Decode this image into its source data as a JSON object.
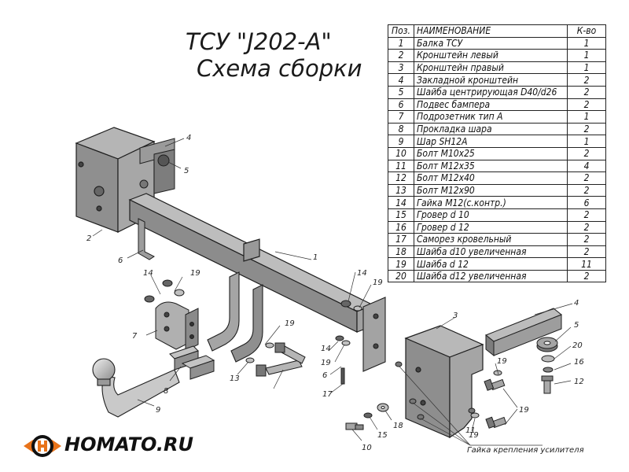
{
  "title": {
    "line1": "ТСУ \"J202-A\"",
    "line2": "Схема сборки"
  },
  "table": {
    "headers": {
      "pos": "Поз.",
      "name": "НАИМЕНОВАНИЕ",
      "qty": "К-во"
    },
    "rows": [
      {
        "pos": "1",
        "name": "Балка ТСУ",
        "qty": "1"
      },
      {
        "pos": "2",
        "name": "Кронштейн левый",
        "qty": "1"
      },
      {
        "pos": "3",
        "name": "Кронштейн правый",
        "qty": "1"
      },
      {
        "pos": "4",
        "name": "Закладной кронштейн",
        "qty": "2"
      },
      {
        "pos": "5",
        "name": "Шайба центрирующая D40/d26",
        "qty": "2"
      },
      {
        "pos": "6",
        "name": "Подвес бампера",
        "qty": "2"
      },
      {
        "pos": "7",
        "name": "Подрозетник тип А",
        "qty": "1"
      },
      {
        "pos": "8",
        "name": "Прокладка шара",
        "qty": "2"
      },
      {
        "pos": "9",
        "name": "Шар SH12A",
        "qty": "1"
      },
      {
        "pos": "10",
        "name": "Болт М10х25",
        "qty": "2"
      },
      {
        "pos": "11",
        "name": "Болт М12х35",
        "qty": "4"
      },
      {
        "pos": "12",
        "name": "Болт М12х40",
        "qty": "2"
      },
      {
        "pos": "13",
        "name": "Болт М12х90",
        "qty": "2"
      },
      {
        "pos": "14",
        "name": "Гайка М12(с.контр.)",
        "qty": "6"
      },
      {
        "pos": "15",
        "name": "Гровер d 10",
        "qty": "2"
      },
      {
        "pos": "16",
        "name": "Гровер d 12",
        "qty": "2"
      },
      {
        "pos": "17",
        "name": "Саморез кровельный",
        "qty": "2"
      },
      {
        "pos": "18",
        "name": "Шайба d10 увеличенная",
        "qty": "2"
      },
      {
        "pos": "19",
        "name": "Шайба d 12",
        "qty": "11"
      },
      {
        "pos": "20",
        "name": "Шайба d12 увеличенная",
        "qty": "2"
      }
    ]
  },
  "callouts": [
    "4",
    "5",
    "2",
    "6",
    "1",
    "14",
    "19",
    "7",
    "8",
    "9",
    "14",
    "19",
    "19",
    "13",
    "14",
    "19",
    "6",
    "17",
    "19",
    "10",
    "15",
    "18",
    "3",
    "4",
    "5",
    "20",
    "16",
    "12",
    "19",
    "11",
    "19"
  ],
  "note": "Гайка крепления усилителя",
  "logo": {
    "text": "HOMATO.RU",
    "accent": "#e8731a"
  },
  "colors": {
    "metal": "#9a9a9a",
    "metal_dark": "#6e6e6e",
    "metal_light": "#c4c4c4",
    "line": "#1f1f1f"
  }
}
